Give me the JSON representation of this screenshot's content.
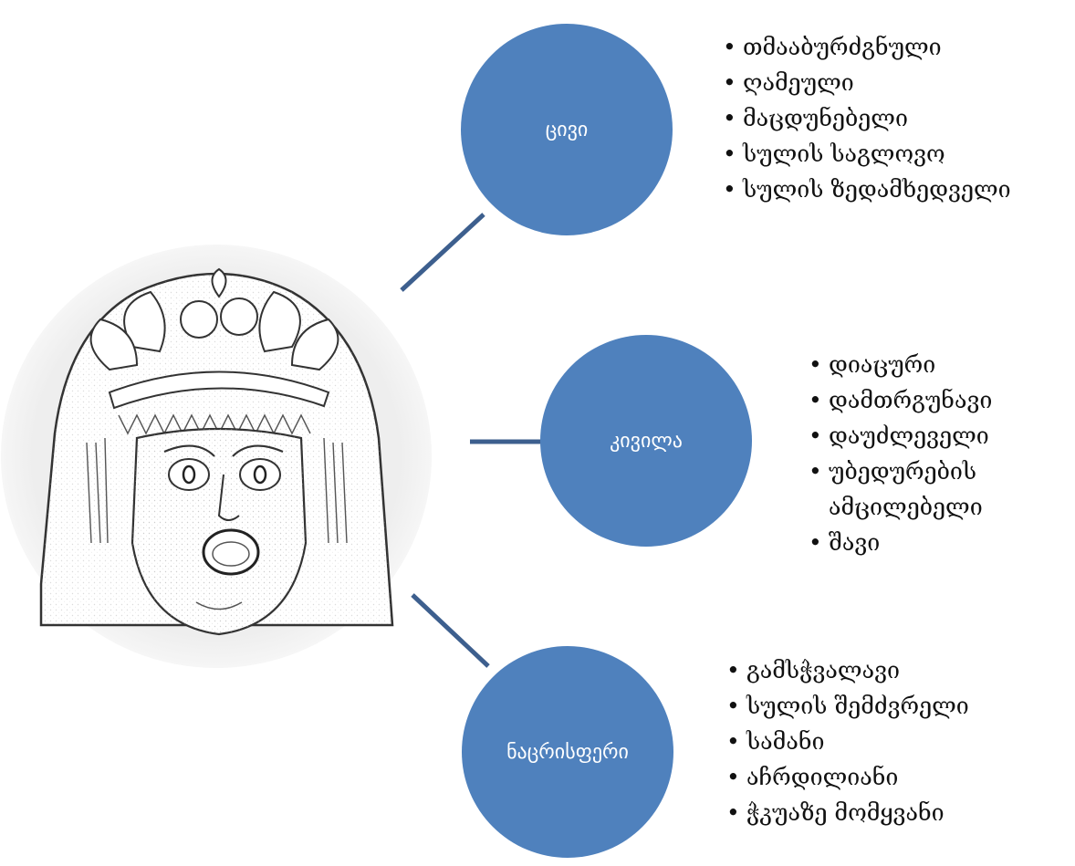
{
  "colors": {
    "circle_fill": "#4f81bd",
    "connector": "#3d5f8e",
    "circle_text": "#ffffff",
    "list_text": "#111111"
  },
  "image": {
    "subject": "theatre-mask-sketch-icon"
  },
  "nodes": [
    {
      "label": "ცივი",
      "items": [
        "თმააბურძგნული",
        "ღამეული",
        "მაცდუნებელი",
        "სულის საგლოვო",
        "სულის ზედამხედველი"
      ]
    },
    {
      "label": "კივილა",
      "items": [
        "დიაცური",
        "დამთრგუნავი",
        "დაუძლეველი",
        "უბედურების ამცილებელი",
        "შავი"
      ]
    },
    {
      "label": "ნაცრისფერი",
      "items": [
        "გამსჭვალავი",
        "სულის შემძვრელი",
        "სამანი",
        "აჩრდილიანი",
        "ჭკუაზე მომყვანი"
      ]
    }
  ]
}
